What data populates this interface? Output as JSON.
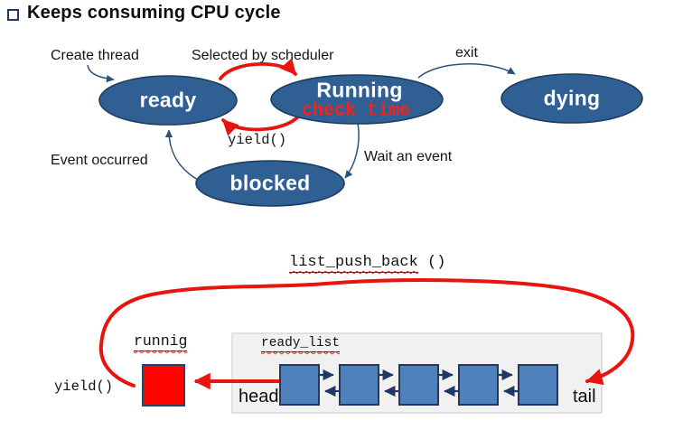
{
  "slide": {
    "title": "Keeps consuming CPU cycle"
  },
  "state_diagram": {
    "states": {
      "ready": {
        "label": "ready"
      },
      "running": {
        "label": "Running",
        "sublabel": "check time"
      },
      "dying": {
        "label": "dying"
      },
      "blocked": {
        "label": "blocked"
      }
    },
    "transitions": {
      "create_thread": "Create thread",
      "selected_by_scheduler": "Selected by scheduler",
      "exit": "exit",
      "yield": "yield()",
      "event_occurred": "Event occurred",
      "wait_an_event": "Wait an event"
    }
  },
  "list_diagram": {
    "function_name": "list_push_back",
    "function_args": "()",
    "running_box_label": "runnig",
    "yield_label": "yield()",
    "list_name": "ready_list",
    "head_label": "head",
    "tail_label": "tail",
    "node_count": 5
  },
  "colors": {
    "state_fill": "#2f5f93",
    "state_border": "#1d3c60",
    "node_fill": "#4f81bd",
    "node_border": "#1f3864",
    "arrow_navy": "#2a5178",
    "arrow_red": "#e8140f",
    "running_subtext_red": "#ff1f14",
    "list_box_bg": "#f1f1f1",
    "list_box_border": "#d8d8d8"
  }
}
